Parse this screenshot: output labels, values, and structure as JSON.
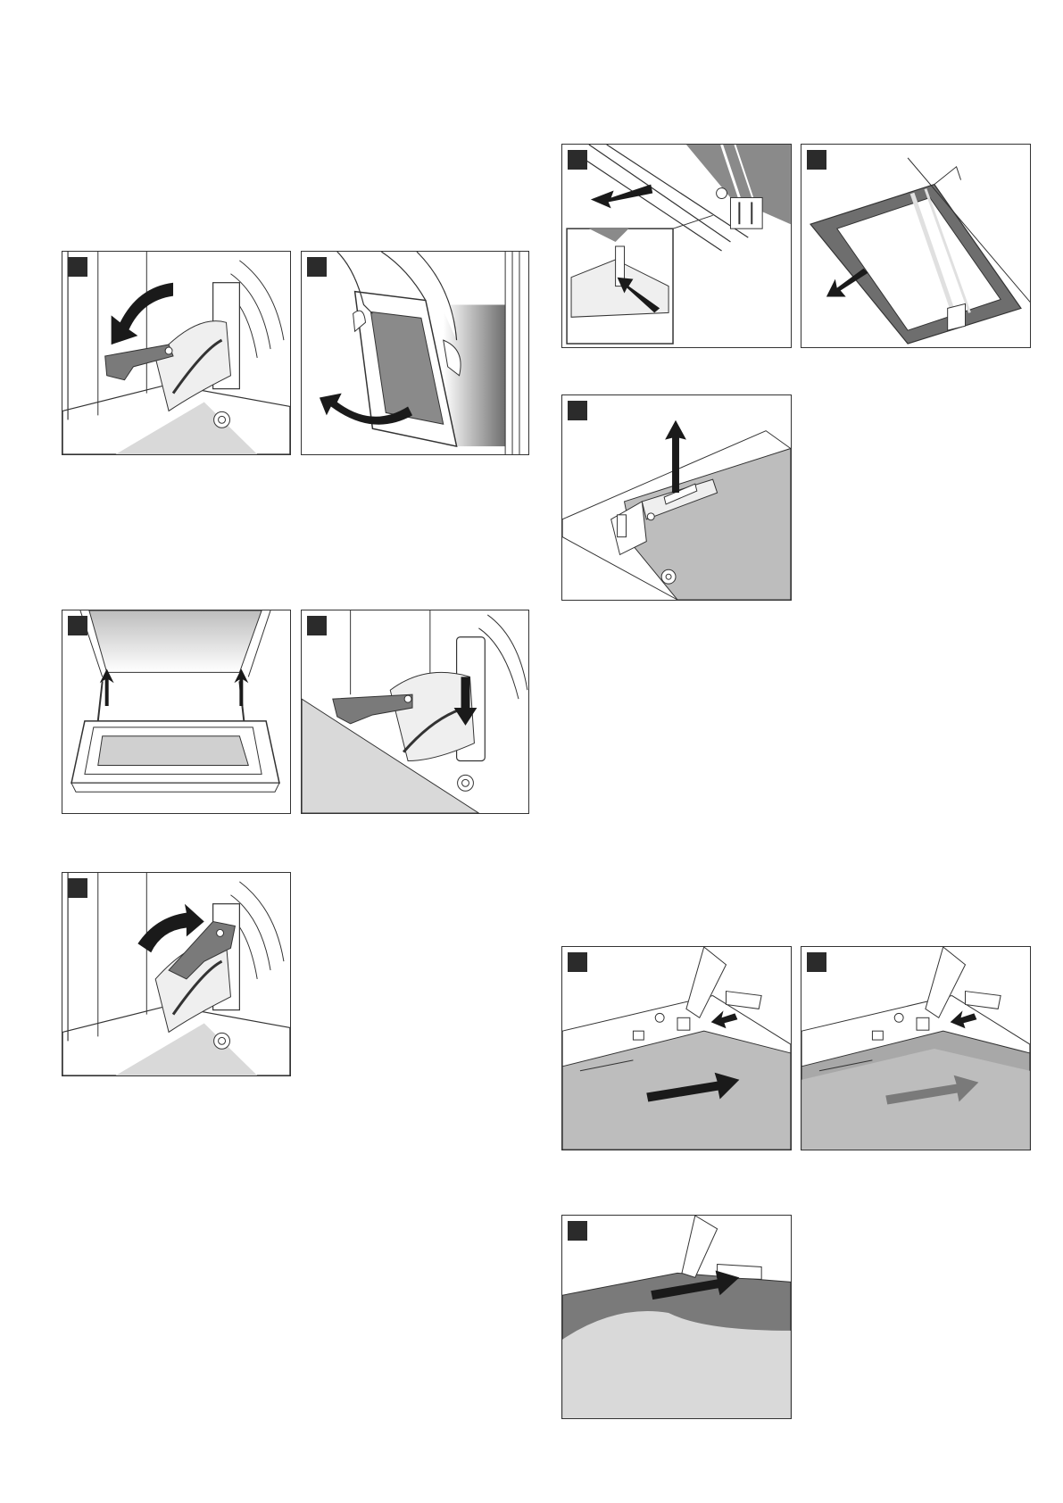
{
  "figures": [
    {
      "id": "p1",
      "step": "",
      "depicts": "hinge-lever-open"
    },
    {
      "id": "p2",
      "step": "",
      "depicts": "door-removal"
    },
    {
      "id": "p3",
      "step": "",
      "depicts": "door-reinsert"
    },
    {
      "id": "p4",
      "step": "",
      "depicts": "hinge-lever-down"
    },
    {
      "id": "p5",
      "step": "",
      "depicts": "hinge-lever-close"
    },
    {
      "id": "p6",
      "step": "",
      "depicts": "door-cover-removal"
    },
    {
      "id": "p7",
      "step": "",
      "depicts": "inner-pane-removal"
    },
    {
      "id": "p8",
      "step": "",
      "depicts": "clip-lift"
    },
    {
      "id": "p9",
      "step": "",
      "depicts": "pane-slide-in"
    },
    {
      "id": "p10",
      "step": "",
      "depicts": "pane-slide-in-second"
    },
    {
      "id": "p11",
      "step": "",
      "depicts": "pane-push-in"
    }
  ],
  "colors": {
    "frame": "#333333",
    "badge": "#2b2b2b",
    "fill_light": "#d9d9d9",
    "fill_mid": "#bdbdbd",
    "fill_dark": "#7a7a7a",
    "arrow": "#1a1a1a"
  }
}
